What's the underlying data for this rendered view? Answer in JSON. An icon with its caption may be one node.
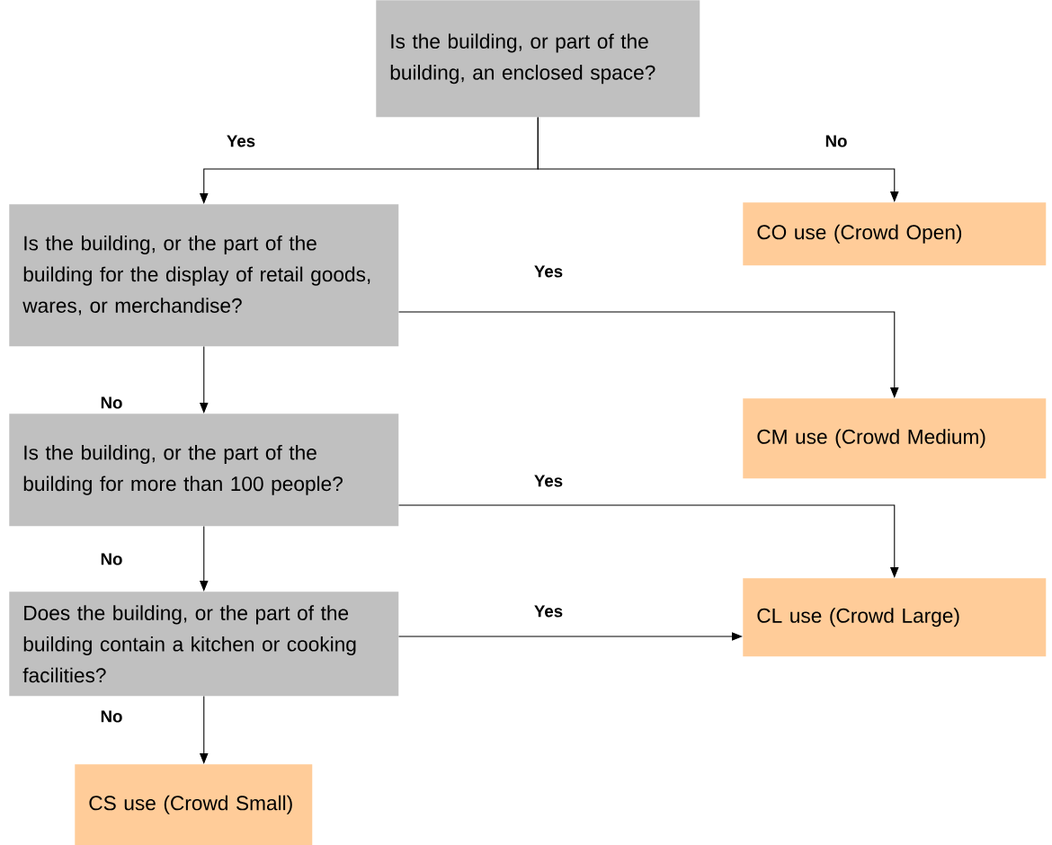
{
  "diagram": {
    "nodes": [
      {
        "text": [
          "Is the building, or part of the building, an enclosed space?"
        ]
      },
      {
        "text": [
          "Is the building, or the part of the building for the display of retail goods, wares, or merchandise?"
        ]
      },
      {
        "text": [
          "CO use (Crowd Open)"
        ]
      },
      {
        "text": [
          "Is the building, or the part of the building for more than 100 people?"
        ]
      },
      {
        "text": [
          "CM use (Crowd Medium)"
        ]
      },
      {
        "text": [
          "Does the building, or the part of the building contain a kitchen or cooking facilities?"
        ]
      },
      {
        "text": [
          "CL use (Crowd Large)"
        ]
      },
      {
        "text": [
          "CS use (Crowd Small)"
        ]
      }
    ],
    "edges": [
      {
        "from": 0,
        "to": 1,
        "arrow": "to",
        "label": "Yes"
      },
      {
        "from": 0,
        "to": 2,
        "arrow": "to",
        "label": "No"
      },
      {
        "from": 1,
        "to": 4,
        "arrow": "to",
        "label": "Yes"
      },
      {
        "from": 1,
        "to": 3,
        "arrow": "to",
        "label": "No"
      },
      {
        "from": 3,
        "to": 6,
        "arrow": "to",
        "label": "Yes"
      },
      {
        "from": 3,
        "to": 5,
        "arrow": "to",
        "label": "No"
      },
      {
        "from": 5,
        "to": 6,
        "arrow": "to",
        "label": "Yes"
      },
      {
        "from": 5,
        "to": 7,
        "arrow": "to",
        "label": "No"
      }
    ]
  }
}
